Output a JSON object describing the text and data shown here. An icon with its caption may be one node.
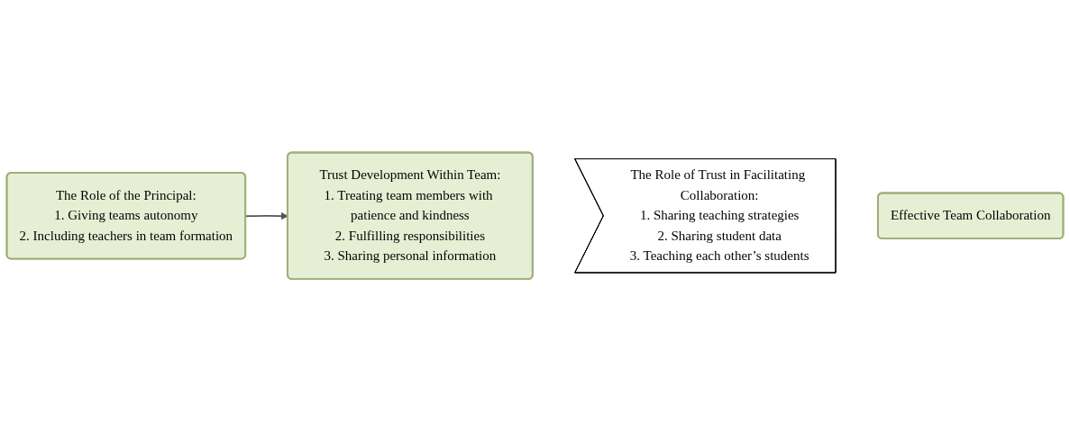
{
  "diagram": {
    "nodes": [
      {
        "text": [
          "The Role of the Principal:",
          "1. Giving teams autonomy",
          "2. Including teachers in team formation"
        ]
      },
      {
        "text": [
          "Trust Development Within Team:",
          "1. Treating team members with patience and kindness",
          "2. Fulfilling responsibilities",
          "3. Sharing personal information"
        ]
      },
      {
        "text": [
          "The Role of Trust in Facilitating Collaboration:",
          "1. Sharing teaching strategies",
          "2. Sharing student data",
          "3. Teaching each other’s students"
        ]
      },
      {
        "text": [
          "Effective Team Collaboration"
        ]
      }
    ],
    "edges": [
      {
        "from": 0,
        "to": 1,
        "arrow": "to"
      }
    ]
  }
}
